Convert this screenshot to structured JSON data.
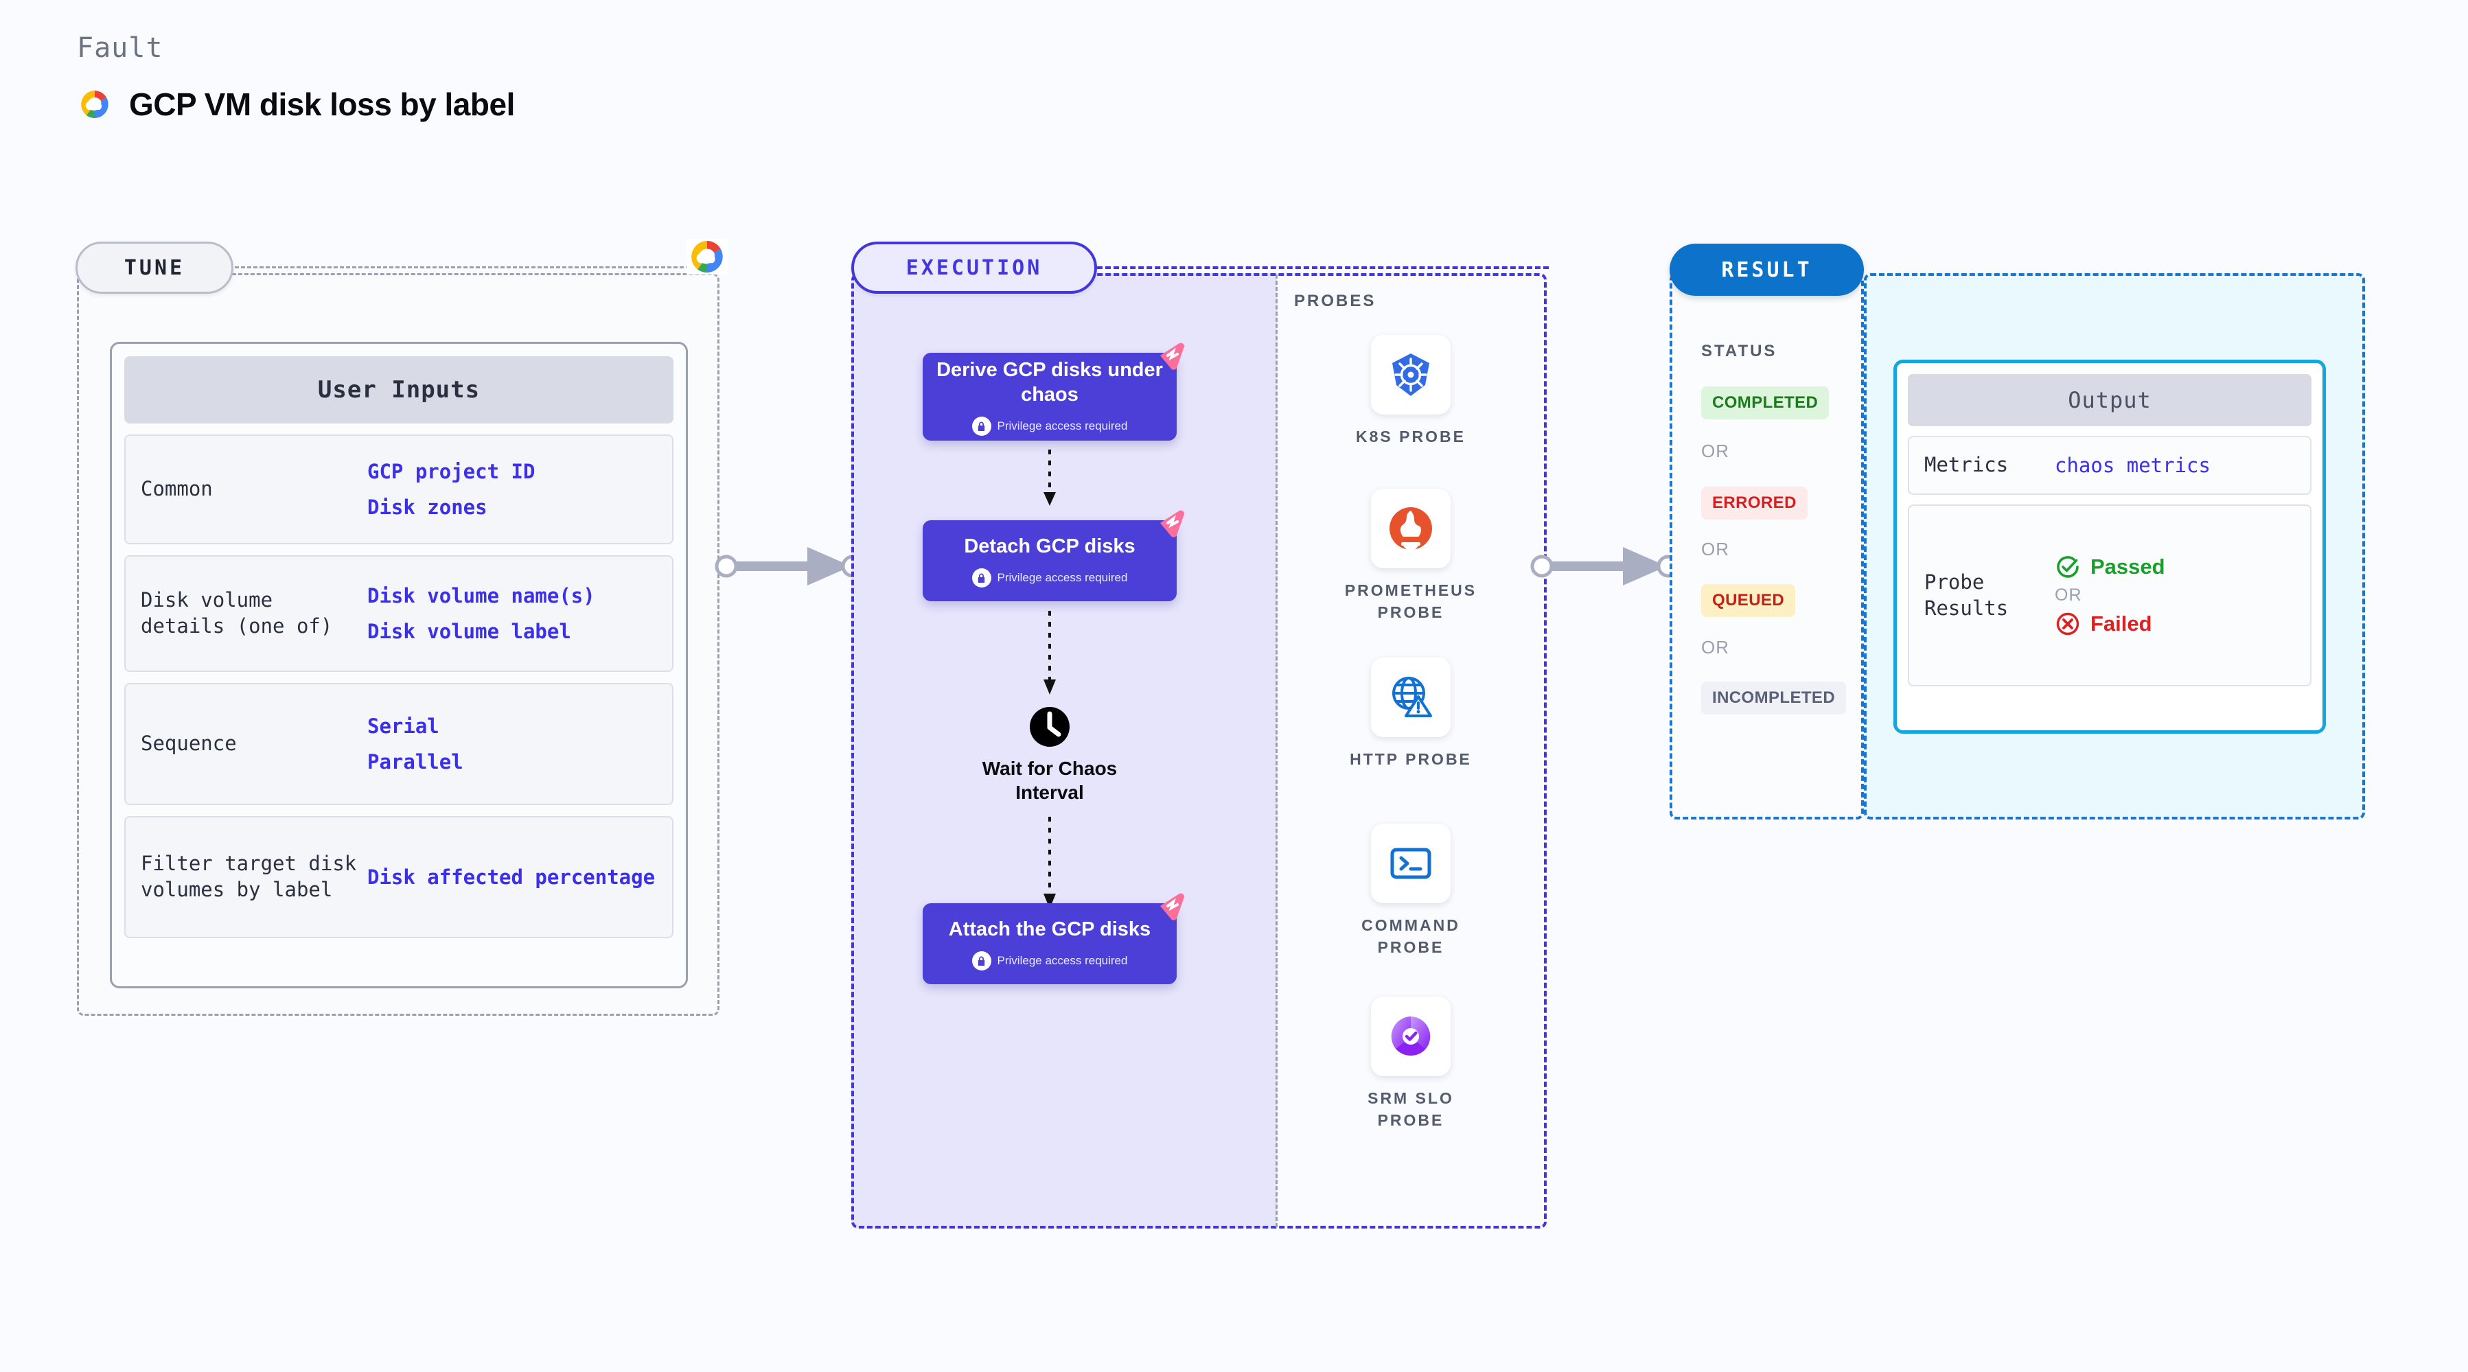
{
  "header": {
    "kicker": "Fault",
    "title": "GCP VM disk loss by label",
    "logo_icon": "google-cloud-logo"
  },
  "tune": {
    "chip_label": "TUNE",
    "provider_icon": "google-cloud-logo",
    "card_title": "User Inputs",
    "rows": [
      {
        "label": "Common",
        "values": [
          "GCP project ID",
          "Disk zones"
        ]
      },
      {
        "label": "Disk volume details (one of)",
        "values": [
          "Disk volume name(s)",
          "Disk volume label"
        ]
      },
      {
        "label": "Sequence",
        "values": [
          "Serial",
          "Parallel"
        ]
      },
      {
        "label": "Filter target disk volumes by label",
        "values": [
          "Disk affected percentage"
        ]
      }
    ]
  },
  "execution": {
    "chip_label": "EXECUTION",
    "privilege_note": "Privilege access required",
    "steps": [
      {
        "title": "Derive GCP disks under chaos",
        "privileged": "Privilege access required",
        "badge_icon": "chaos-ribbon-icon"
      },
      {
        "title": "Detach GCP disks",
        "privileged": "Privilege access required",
        "badge_icon": "chaos-ribbon-icon"
      },
      {
        "title": "Attach the GCP disks",
        "privileged": "Privilege access required",
        "badge_icon": "chaos-ribbon-icon"
      }
    ],
    "wait": {
      "label": "Wait for Chaos Interval",
      "icon": "clock-icon"
    }
  },
  "probes": {
    "title": "PROBES",
    "items": [
      {
        "label": "K8S PROBE",
        "icon": "kubernetes-icon"
      },
      {
        "label": "PROMETHEUS PROBE",
        "icon": "prometheus-icon"
      },
      {
        "label": "HTTP PROBE",
        "icon": "http-globe-icon"
      },
      {
        "label": "COMMAND PROBE",
        "icon": "terminal-icon"
      },
      {
        "label": "SRM SLO PROBE",
        "icon": "srm-slo-icon"
      }
    ]
  },
  "result": {
    "chip_label": "RESULT",
    "status_title": "STATUS",
    "or_label": "OR",
    "statuses": [
      {
        "label": "COMPLETED",
        "bg": "#ddf5dd",
        "fg": "#1b7a1b"
      },
      {
        "label": "ERRORED",
        "bg": "#fdeaea",
        "fg": "#d81f1f"
      },
      {
        "label": "QUEUED",
        "bg": "#fdf0c4",
        "fg": "#c2221a"
      },
      {
        "label": "INCOMPLETED",
        "bg": "#f0f1f6",
        "fg": "#5a6177"
      }
    ],
    "output": {
      "title": "Output",
      "metrics_label": "Metrics",
      "metrics_value": "chaos metrics",
      "probe_label": "Probe Results",
      "passed": "Passed",
      "or_label": "OR",
      "failed": "Failed",
      "passed_icon": "check-circle-icon",
      "failed_icon": "x-circle-icon"
    }
  },
  "colors": {
    "background": "#f9fbfe",
    "exec_accent": "#4337db",
    "result_accent": "#1976d2",
    "step_fill": "#4b3fd8",
    "value_text": "#3b30e8",
    "ribbon": "#fb6f9c"
  }
}
